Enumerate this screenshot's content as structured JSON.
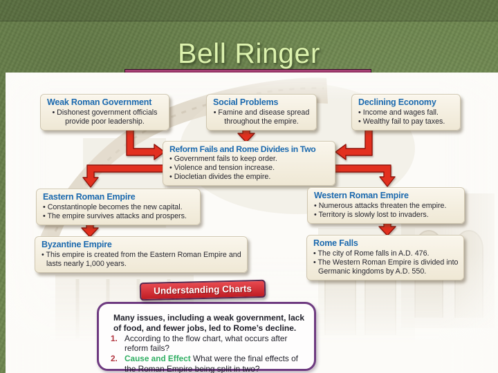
{
  "slide": {
    "title": "Bell Ringer"
  },
  "colors": {
    "slide_green": "#6f8850",
    "title_green": "#dcf2ae",
    "underline_plum": "#993366",
    "box_title_blue": "#1b69ae",
    "arrow_red": "#e2301f",
    "banner_red": "#d5232e",
    "question_border_purple": "#6e3a80",
    "question_number_red": "#b23540",
    "cause_effect_green": "#2fae62"
  },
  "flowchart": {
    "boxes": [
      {
        "id": "weak",
        "title": "Weak Roman Government",
        "bullets": [
          "Dishonest government officials provide poor leadership."
        ]
      },
      {
        "id": "social",
        "title": "Social Problems",
        "bullets": [
          "Famine and disease spread throughout the empire."
        ]
      },
      {
        "id": "declining",
        "title": "Declining Economy",
        "bullets": [
          "Income and wages fall.",
          "Wealthy fail to pay taxes."
        ]
      },
      {
        "id": "reform",
        "title": "Reform Fails and Rome Divides in Two",
        "bullets": [
          "Government fails to keep order.",
          "Violence and tension increase.",
          "Diocletian divides the empire."
        ]
      },
      {
        "id": "eastern",
        "title": "Eastern Roman Empire",
        "bullets": [
          "Constantinople becomes the new capital.",
          "The empire survives attacks and prospers."
        ]
      },
      {
        "id": "western",
        "title": "Western Roman Empire",
        "bullets": [
          "Numerous attacks threaten the empire.",
          "Territory is slowly lost to invaders."
        ]
      },
      {
        "id": "byzantine",
        "title": "Byzantine Empire",
        "bullets": [
          "This empire is created from the Eastern Roman Empire and lasts nearly 1,000 years."
        ]
      },
      {
        "id": "romefalls",
        "title": "Rome Falls",
        "bullets": [
          "The city of Rome falls in A.D. 476.",
          "The Western Roman Empire is divided into Germanic kingdoms by A.D. 550."
        ]
      }
    ]
  },
  "understanding_charts": {
    "banner_label": "Understanding Charts",
    "intro": "Many issues, including a weak government, lack of food, and fewer jobs, led to Rome’s decline.",
    "questions": [
      {
        "number": "1.",
        "prefix": "",
        "text": "According to the flow chart, what occurs after reform fails?"
      },
      {
        "number": "2.",
        "prefix": "Cause and Effect",
        "text": "What were the final effects of the Roman Empire being split in two?"
      }
    ]
  }
}
